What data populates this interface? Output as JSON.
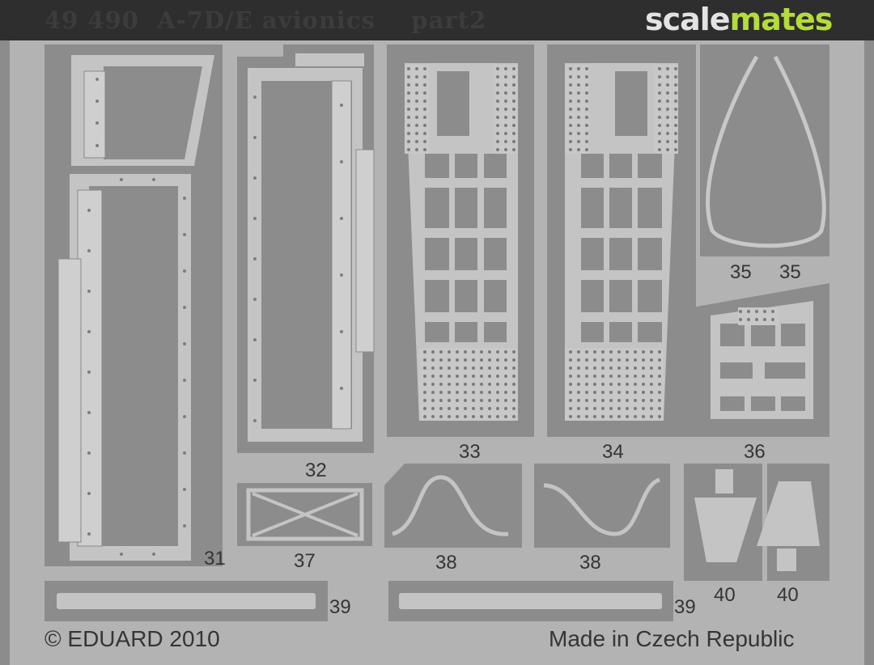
{
  "header": {
    "title": "49 490  A-7D/E avionics    part2",
    "logo_part1": "scale",
    "logo_part2": "mates"
  },
  "footer": {
    "copyright": "© EDUARD 2010",
    "origin": "Made in Czech Republic"
  },
  "part_numbers": {
    "p31": "31",
    "p32": "32",
    "p33": "33",
    "p34": "34",
    "p35a": "35",
    "p35b": "35",
    "p36": "36",
    "p37": "37",
    "p38a": "38",
    "p38b": "38",
    "p39a": "39",
    "p39b": "39",
    "p40a": "40",
    "p40b": "40"
  },
  "colors": {
    "sheet": "#b3b3b3",
    "recess": "#8c8c8c",
    "part": "#c4c4c4",
    "header_band": "#2e2e2e",
    "logo_accent": "#b4dc3a"
  }
}
